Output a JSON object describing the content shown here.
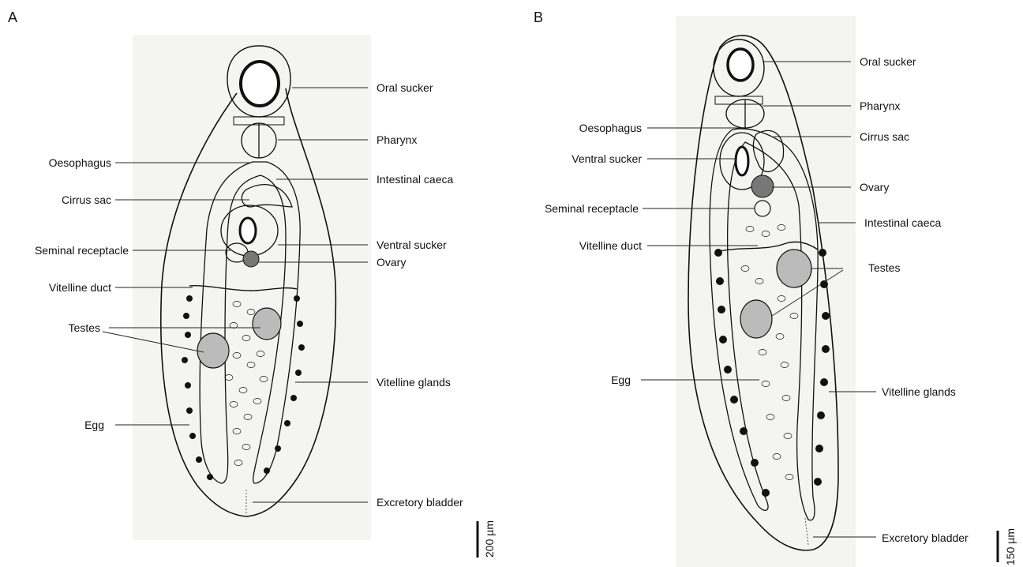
{
  "panels": [
    {
      "letter": "A",
      "labels": {
        "oral_sucker": "Oral sucker",
        "pharynx": "Pharynx",
        "oesophagus": "Oesophagus",
        "intestinal_caeca": "Intestinal caeca",
        "cirrus_sac": "Cirrus sac",
        "ventral_sucker": "Ventral sucker",
        "seminal_receptacle": "Seminal receptacle",
        "ovary": "Ovary",
        "vitelline_duct": "Vitelline duct",
        "testes": "Testes",
        "vitelline_glands": "Vitelline glands",
        "egg": "Egg",
        "excretory_bladder": "Excretory bladder"
      },
      "scale_bar": "200 µm"
    },
    {
      "letter": "B",
      "labels": {
        "oral_sucker": "Oral sucker",
        "pharynx": "Pharynx",
        "oesophagus": "Oesophagus",
        "cirrus_sac": "Cirrus sac",
        "ventral_sucker": "Ventral sucker",
        "ovary": "Ovary",
        "seminal_receptacle": "Seminal receptacle",
        "intestinal_caeca": "Intestinal caeca",
        "vitelline_duct": "Vitelline duct",
        "testes": "Testes",
        "egg": "Egg",
        "vitelline_glands": "Vitelline glands",
        "excretory_bladder": "Excretory bladder"
      },
      "scale_bar": "150 µm"
    }
  ],
  "colors": {
    "ink": "#111111",
    "paper": "#f4f4f2",
    "background": "#ffffff"
  }
}
